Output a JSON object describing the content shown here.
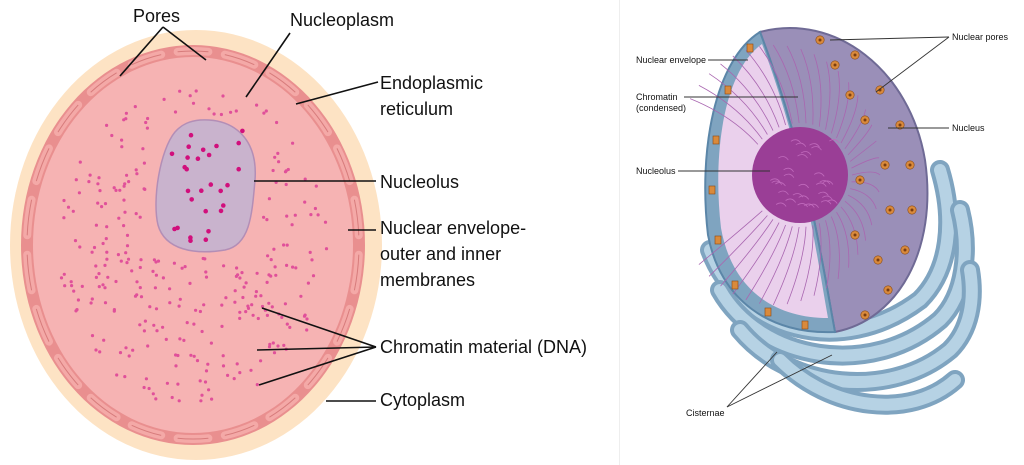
{
  "left": {
    "labels": {
      "pores": "Pores",
      "nucleoplasm": "Nucleoplasm",
      "er_line1": "Endoplasmic",
      "er_line2": "reticulum",
      "nucleolus": "Nucleolus",
      "envelope_line1": "Nuclear envelope-",
      "envelope_line2": "outer and inner",
      "envelope_line3": "membranes",
      "chromatin": "Chromatin material (DNA)",
      "cytoplasm": "Cytoplasm"
    },
    "colors": {
      "cytoplasm": "#fde3c4",
      "nucleoplasm": "#f6b3b3",
      "membrane": "#e98f8f",
      "nucleolus": "#c9b3cd",
      "chromatin_dots": "#e0509a",
      "nucleolus_dots": "#d10f7c"
    }
  },
  "right": {
    "labels": {
      "nuclear_envelope": "Nuclear envelope",
      "chromatin_line1": "Chromatin",
      "chromatin_line2": "(condensed)",
      "nucleolus": "Nucleolus",
      "nuclear_pores": "Nuclear pores",
      "nucleus": "Nucleus",
      "cisternae": "Cisternae"
    },
    "colors": {
      "interior": "#ead0ec",
      "nucleolus": "#9a3e96",
      "outer_surface": "#9a8fb8",
      "er": "#9fbfd6",
      "pores": "#d98a3c"
    }
  }
}
